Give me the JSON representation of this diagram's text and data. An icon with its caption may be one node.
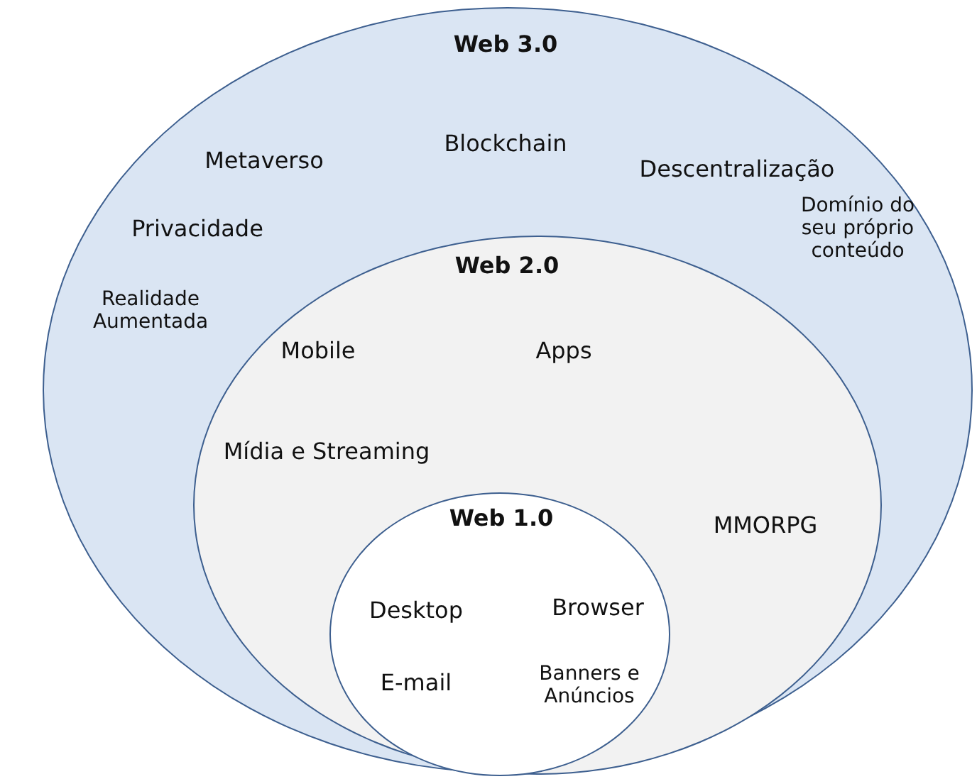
{
  "diagram": {
    "nodes": [
      {
        "text": [
          "Web 3.0",
          "Metaverso",
          "Blockchain",
          "Descentralização",
          "Privacidade",
          "Domínio do seu próprio conteúdo",
          "Realidade Aumentada"
        ]
      },
      {
        "text": [
          "Web 2.0",
          "Mobile",
          "Apps",
          "Mídia e Streaming",
          "MMORPG"
        ],
        "in": 0
      },
      {
        "text": [
          "Web 1.0",
          "Desktop",
          "Browser",
          "E-mail",
          "Banners e Anúncios"
        ],
        "in": 1
      }
    ],
    "edges": []
  }
}
